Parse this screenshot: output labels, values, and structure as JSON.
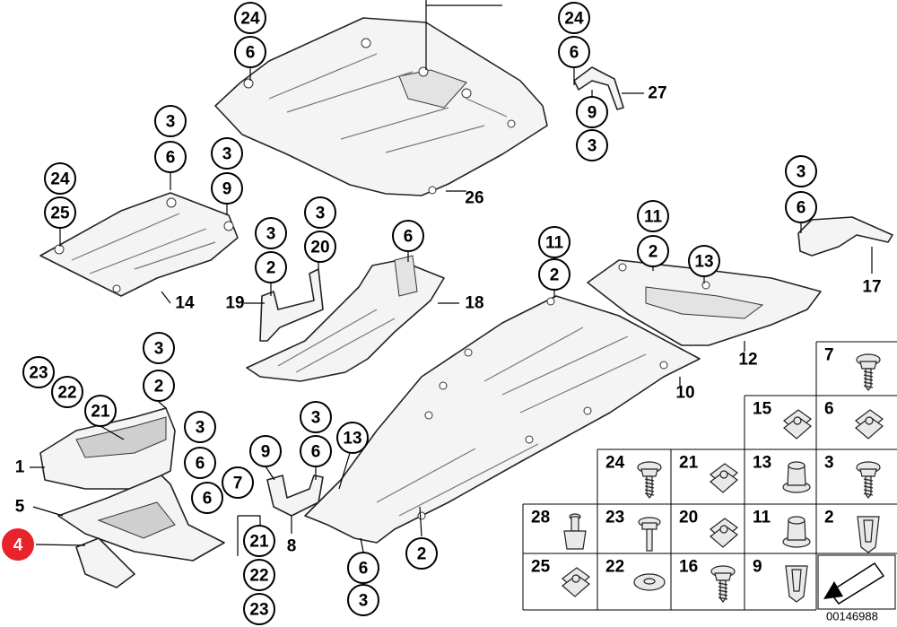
{
  "diagram": {
    "document_number": "00146988",
    "callouts": [
      {
        "label": "24"
      },
      {
        "label": "6"
      },
      {
        "label": "24"
      },
      {
        "label": "6"
      },
      {
        "label": "9"
      },
      {
        "label": "3"
      },
      {
        "label": "3"
      },
      {
        "label": "6"
      },
      {
        "label": "3"
      },
      {
        "label": "9"
      },
      {
        "label": "24"
      },
      {
        "label": "25"
      },
      {
        "label": "3"
      },
      {
        "label": "20"
      },
      {
        "label": "3"
      },
      {
        "label": "2"
      },
      {
        "label": "6"
      },
      {
        "label": "11"
      },
      {
        "label": "2"
      },
      {
        "label": "11"
      },
      {
        "label": "2"
      },
      {
        "label": "13"
      },
      {
        "label": "3"
      },
      {
        "label": "6"
      },
      {
        "label": "3"
      },
      {
        "label": "2"
      },
      {
        "label": "23"
      },
      {
        "label": "22"
      },
      {
        "label": "21"
      },
      {
        "label": "3"
      },
      {
        "label": "6"
      },
      {
        "label": "6"
      },
      {
        "label": "7"
      },
      {
        "label": "4"
      },
      {
        "label": "9"
      },
      {
        "label": "3"
      },
      {
        "label": "6"
      },
      {
        "label": "13"
      },
      {
        "label": "21"
      },
      {
        "label": "22"
      },
      {
        "label": "23"
      },
      {
        "label": "2"
      },
      {
        "label": "6"
      },
      {
        "label": "3"
      }
    ],
    "part_labels": [
      {
        "label": "27"
      },
      {
        "label": "26"
      },
      {
        "label": "14"
      },
      {
        "label": "19"
      },
      {
        "label": "18"
      },
      {
        "label": "17"
      },
      {
        "label": "12"
      },
      {
        "label": "10"
      },
      {
        "label": "1"
      },
      {
        "label": "5"
      },
      {
        "label": "8"
      }
    ],
    "fastener_grid": [
      {
        "label": "7",
        "icon": "screw-icon"
      },
      {
        "label": "15",
        "icon": "clip-nut-icon"
      },
      {
        "label": "6",
        "icon": "spring-nut-icon"
      },
      {
        "label": "24",
        "icon": "screw-icon"
      },
      {
        "label": "21",
        "icon": "clip-nut-icon"
      },
      {
        "label": "13",
        "icon": "hex-nut-icon"
      },
      {
        "label": "3",
        "icon": "collar-screw-icon"
      },
      {
        "label": "28",
        "icon": "expanding-rivet-icon"
      },
      {
        "label": "23",
        "icon": "bolt-icon"
      },
      {
        "label": "20",
        "icon": "spring-nut-icon"
      },
      {
        "label": "11",
        "icon": "collar-nut-icon"
      },
      {
        "label": "2",
        "icon": "expanding-nut-icon"
      },
      {
        "label": "25",
        "icon": "clip-nut-icon"
      },
      {
        "label": "22",
        "icon": "washer-icon"
      },
      {
        "label": "16",
        "icon": "collar-screw-icon"
      },
      {
        "label": "9",
        "icon": "expanding-nut-icon"
      }
    ],
    "corner_icon": "direction-arrow-icon"
  }
}
